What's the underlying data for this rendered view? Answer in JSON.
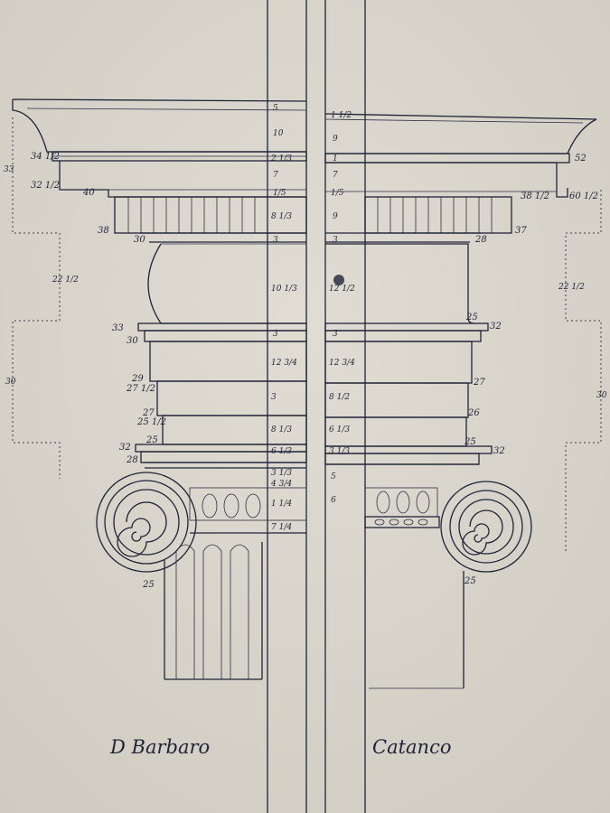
{
  "captions": {
    "left": "D Barbaro",
    "right": "Catanco"
  },
  "left_dims": [
    "34 1/2",
    "32 1/2",
    "40",
    "38",
    "30",
    "33",
    "30",
    "29",
    "27 1/2",
    "27",
    "25 1/2",
    "25",
    "32",
    "28",
    "25"
  ],
  "right_dims": [
    "52",
    "38 1/2",
    "60 1/2",
    "37",
    "28",
    "25",
    "32",
    "27",
    "26",
    "25",
    "32",
    "25"
  ],
  "center_left_dims": [
    "5",
    "10",
    "2 1/3",
    "7",
    "1/5",
    "8 1/3",
    "3",
    "10 1/3",
    "3",
    "12 3/4",
    "3",
    "8 1/3",
    "6 1/3",
    "3 1/3",
    "4 3/4",
    "1 1/4",
    "7 1/4"
  ],
  "center_right_dims": [
    "1 1/2",
    "9",
    "1",
    "7",
    "1/5",
    "9",
    "3",
    "12 1/2",
    "3",
    "12 3/4",
    "8 1/2",
    "6 1/3",
    "3 1/3",
    "5",
    "6"
  ],
  "margin_dims": {
    "left_top": "33",
    "left_mid": "22 1/2",
    "left_low": "30",
    "right_mid": "22 1/2",
    "right_low": "30"
  },
  "colors": {
    "paper": "#d9d5cc",
    "ink": "#1e2338"
  }
}
